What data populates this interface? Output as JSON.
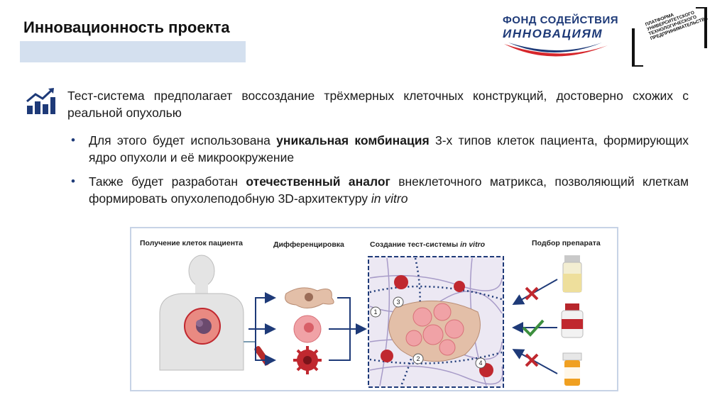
{
  "header": {
    "title": "Инновационность проекта"
  },
  "logos": {
    "fund_line1": "ФОНД СОДЕЙСТВИЯ",
    "fund_line2": "ИННОВАЦИЯМ",
    "platform_text": "ПЛАТФОРМА УНИВЕРСИТЕТСКОГО ТЕХНОЛОГИЧЕСКОГО ПРЕДПРИНИМАТЕЛЬСТВА"
  },
  "content": {
    "intro": "Тест-система предполагает воссоздание трёхмерных клеточных конструкций, достоверно схожих с реальной опухолью",
    "bullet1": {
      "before": "Для этого будет использована ",
      "bold": "уникальная комбинация",
      "after": " 3-х типов клеток пациента, формирующих ядро опухоли и её микроокружение"
    },
    "bullet2": {
      "before": "Также будет разработан ",
      "bold": "отечественный аналог",
      "after": " внеклеточного матрикса, позволяющий клеткам формировать опухолеподобную 3D-архитектуру ",
      "italic": "in vitro"
    }
  },
  "figure": {
    "label1": "Получение клеток пациента",
    "label2": "Дифференцировка",
    "label3_before": "Создание тест-системы ",
    "label3_italic": "in vitro",
    "label4": "Подбор препарата",
    "markers": [
      "1",
      "2",
      "3",
      "4"
    ]
  },
  "colors": {
    "accent": "#1e3a78",
    "title_bar": "#d4e0ef",
    "cell_red": "#c0282f",
    "cell_pink": "#f0a2a6",
    "fibroblast": "#e3bfa8"
  }
}
